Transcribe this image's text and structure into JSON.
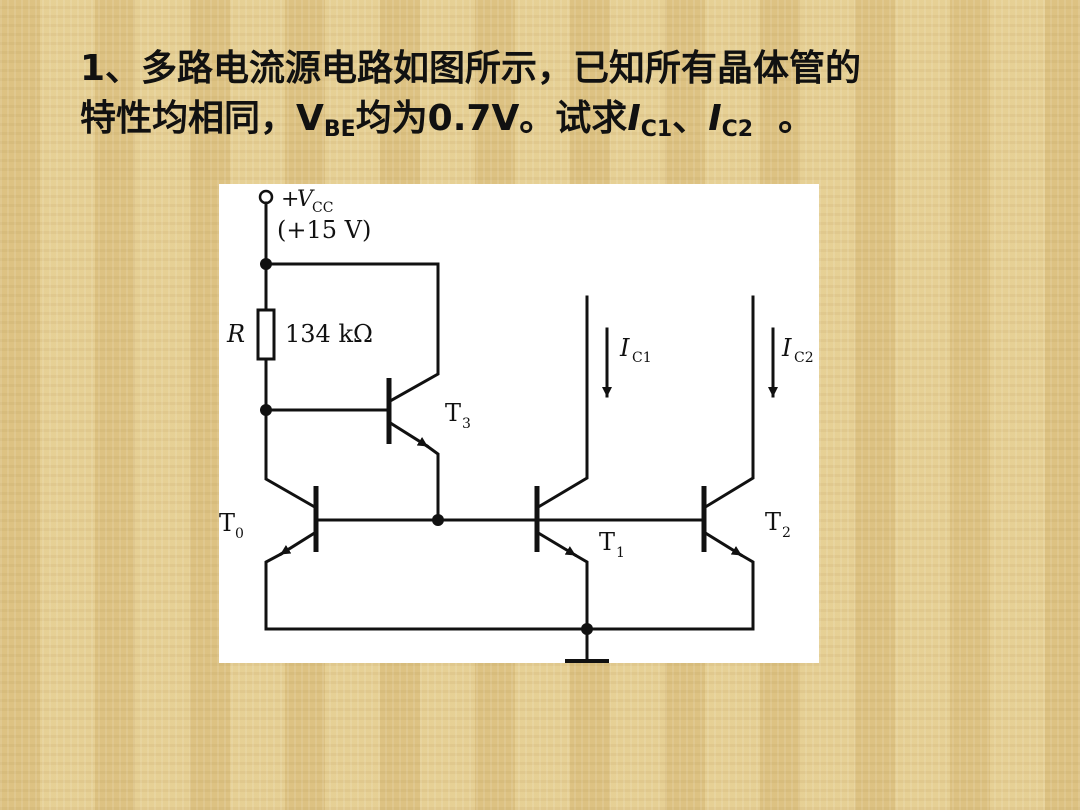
{
  "problem": {
    "line1": "1、多路电流源电路如图所示，已知所有晶体管的",
    "line2_a": "特性均相同，V",
    "line2_sub_be": "BE",
    "line2_b": "均为0.7V。试求",
    "ic1_i": "I",
    "ic1_sub": "C1",
    "sep": "、",
    "ic2_i": "I",
    "ic2_sub": "C2",
    "end": "  。"
  },
  "diagram": {
    "vcc_plus": "+",
    "vcc_v": "V",
    "vcc_sub": "CC",
    "vcc_value": "(+15 V)",
    "resistor_name": "R",
    "resistor_value": "134 kΩ",
    "ic1_i": "I",
    "ic1_sub": "C1",
    "ic2_i": "I",
    "ic2_sub": "C2",
    "t3": "T",
    "t3_sub": "3",
    "t0": "T",
    "t0_sub": "0",
    "t1": "T",
    "t1_sub": "1",
    "t2": "T",
    "t2_sub": "2"
  }
}
